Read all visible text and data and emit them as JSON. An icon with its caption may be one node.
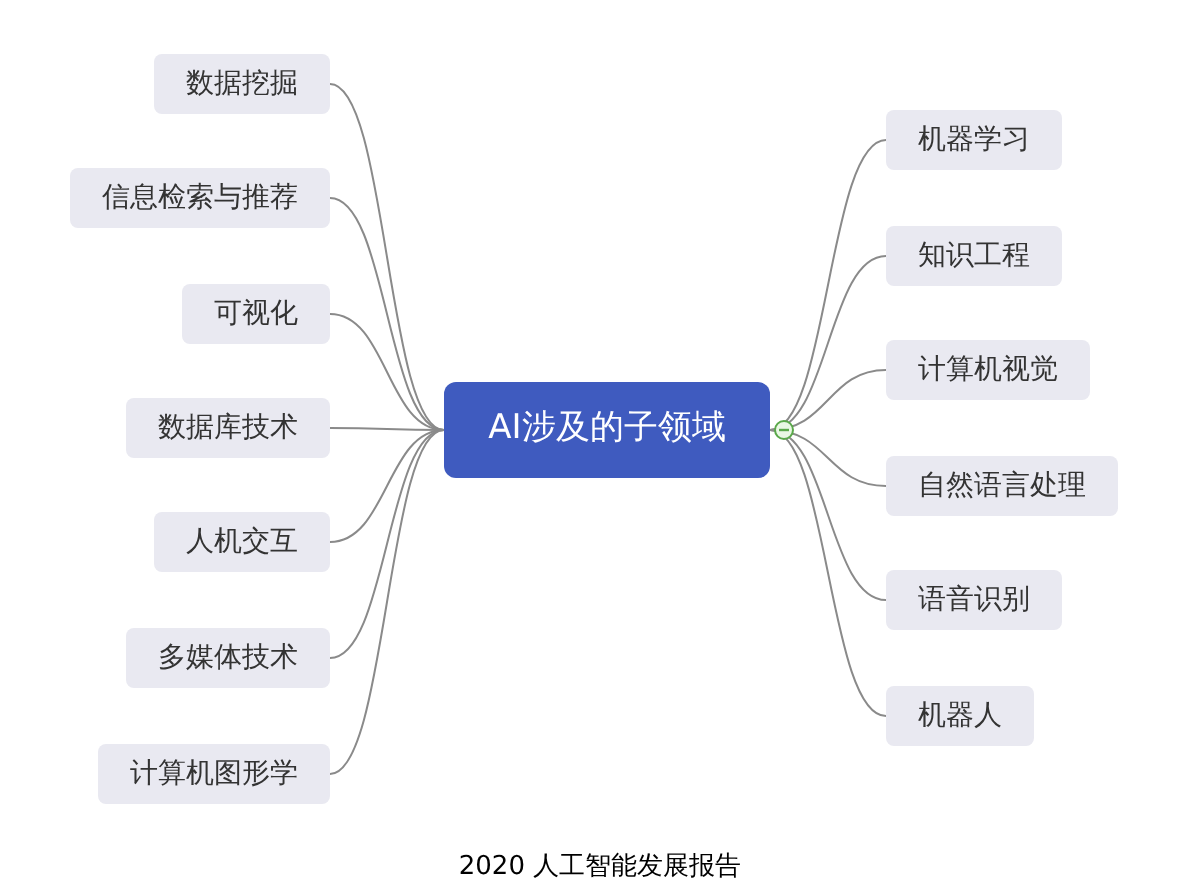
{
  "diagram": {
    "caption": "2020 人工智能发展报告",
    "nodes": [
      {
        "text": [
          "AI涉及的子领域"
        ]
      },
      {
        "text": [
          "数据挖掘"
        ]
      },
      {
        "text": [
          "信息检索与推荐"
        ]
      },
      {
        "text": [
          "可视化"
        ]
      },
      {
        "text": [
          "数据库技术"
        ]
      },
      {
        "text": [
          "人机交互"
        ]
      },
      {
        "text": [
          "多媒体技术"
        ]
      },
      {
        "text": [
          "计算机图形学"
        ]
      },
      {
        "text": [
          "机器学习"
        ]
      },
      {
        "text": [
          "知识工程"
        ]
      },
      {
        "text": [
          "计算机视觉"
        ]
      },
      {
        "text": [
          "自然语言处理"
        ]
      },
      {
        "text": [
          "语音识别"
        ]
      },
      {
        "text": [
          "机器人"
        ]
      }
    ],
    "edges": [
      {
        "from": 0,
        "to": 1,
        "arrow": "none"
      },
      {
        "from": 0,
        "to": 2,
        "arrow": "none"
      },
      {
        "from": 0,
        "to": 3,
        "arrow": "none"
      },
      {
        "from": 0,
        "to": 4,
        "arrow": "none"
      },
      {
        "from": 0,
        "to": 5,
        "arrow": "none"
      },
      {
        "from": 0,
        "to": 6,
        "arrow": "none"
      },
      {
        "from": 0,
        "to": 7,
        "arrow": "none"
      },
      {
        "from": 0,
        "to": 8,
        "arrow": "none"
      },
      {
        "from": 0,
        "to": 9,
        "arrow": "none"
      },
      {
        "from": 0,
        "to": 10,
        "arrow": "none"
      },
      {
        "from": 0,
        "to": 11,
        "arrow": "none"
      },
      {
        "from": 0,
        "to": 12,
        "arrow": "none"
      },
      {
        "from": 0,
        "to": 13,
        "arrow": "none"
      }
    ]
  }
}
